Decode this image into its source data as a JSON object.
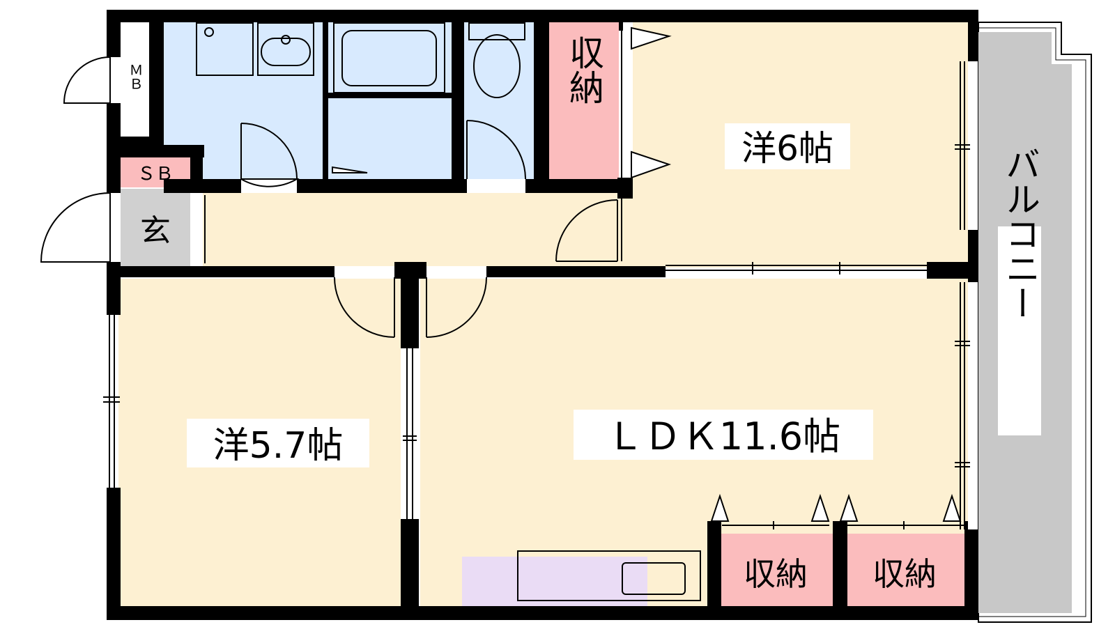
{
  "rooms": {
    "western_6": "洋6帖",
    "western_57": "洋5.7帖",
    "ldk": "ＬＤＫ11.6帖",
    "storage_top": "収納",
    "storage_bottom_left": "収納",
    "storage_bottom_right": "収納",
    "entrance": "玄",
    "shoe_box": "ＳＢ",
    "meter_box": "ＭＢ",
    "balcony": "バルコニー"
  },
  "colors": {
    "room_floor": "#fdf0d2",
    "wet_area": "#d8eafe",
    "storage": "#fbbcbd",
    "entrance": "#d0d0d0",
    "balcony": "#c8c8c8",
    "kitchen": "#eadcf5",
    "wall": "#000000"
  }
}
